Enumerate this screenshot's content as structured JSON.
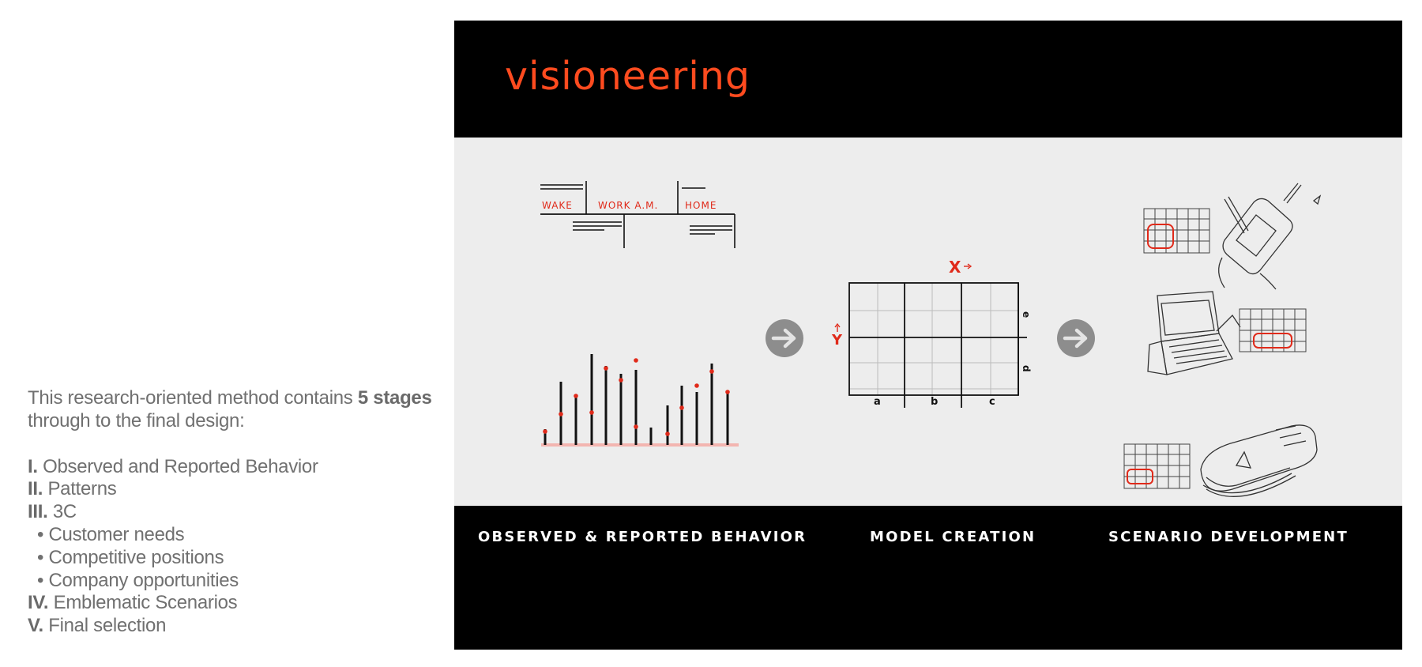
{
  "intro": {
    "prefix": "This research-oriented method contains ",
    "emphasis": "5 stages",
    "suffix": "through to the final design:"
  },
  "stages": [
    {
      "numeral": "I.",
      "label": " Observed and Reported Behavior"
    },
    {
      "numeral": "II.",
      "label": " Patterns"
    },
    {
      "numeral": "III.",
      "label": " 3C"
    },
    {
      "numeral": "IV.",
      "label": " Emblematic Scenarios"
    },
    {
      "numeral": "V.",
      "label": " Final selection"
    }
  ],
  "bullets": [
    "Customer needs",
    "Competitive positions",
    "Company opportunities"
  ],
  "bullet_symbol": "•",
  "brand": "visioneering",
  "timeline": {
    "wake": "WAKE",
    "work": "WORK A.M.",
    "home": "HOME"
  },
  "grid_labels": {
    "x": "X",
    "y": "Y",
    "a": "a",
    "b": "b",
    "c": "c",
    "d": "d",
    "e": "e"
  },
  "captions": {
    "observed": "OBSERVED & REPORTED BEHAVIOR",
    "model": "MODEL CREATION",
    "scenario": "SCENARIO DEVELOPMENT"
  },
  "colors": {
    "brand": "#ff4b1f",
    "accent_red": "#e02a1a",
    "panel": "#000000",
    "panel_mid": "#ededed",
    "arrow": "#8d8d8d"
  },
  "icons": [
    "arrow-right-icon",
    "pda-sketch-icon",
    "laptop-sketch-icon",
    "device-sketch-icon"
  ]
}
